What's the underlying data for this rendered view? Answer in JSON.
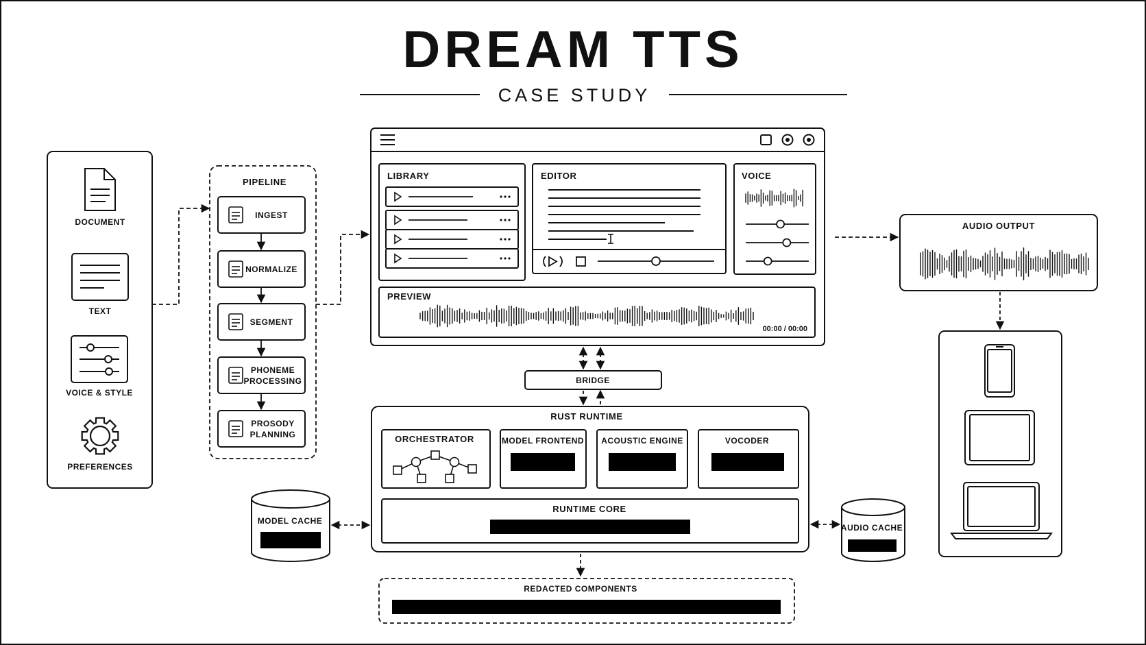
{
  "header": {
    "title": "DREAM TTS",
    "subtitle": "CASE STUDY"
  },
  "inputs": {
    "document": "DOCUMENT",
    "text": "TEXT",
    "voice_style": "VOICE & STYLE",
    "preferences": "PREFERENCES"
  },
  "pipeline": {
    "title": "PIPELINE",
    "steps": [
      {
        "line1": "INGEST",
        "line2": ""
      },
      {
        "line1": "NORMALIZE",
        "line2": ""
      },
      {
        "line1": "SEGMENT",
        "line2": ""
      },
      {
        "line1": "PHONEME",
        "line2": "PROCESSING"
      },
      {
        "line1": "PROSODY",
        "line2": "PLANNING"
      }
    ]
  },
  "app": {
    "library": "LIBRARY",
    "editor": "EDITOR",
    "voice": "VOICE",
    "preview": "PREVIEW",
    "preview_time": "00:00 / 00:00",
    "voice_sliders": [
      0.55,
      0.65,
      0.35
    ],
    "editor_slider": 0.5
  },
  "bridge": "BRIDGE",
  "runtime": {
    "title": "RUST RUNTIME",
    "orchestrator": "ORCHESTRATOR",
    "model_frontend": "MODEL FRONTEND",
    "acoustic_engine": "ACOUSTIC ENGINE",
    "vocoder": "VOCODER",
    "core": "RUNTIME CORE"
  },
  "caches": {
    "model": "MODEL CACHE",
    "audio": "AUDIO CACHE"
  },
  "redacted": "REDACTED COMPONENTS",
  "output": {
    "title": "AUDIO OUTPUT"
  },
  "colors": {
    "stroke": "#111111",
    "background": "#ffffff",
    "redaction": "#000000"
  }
}
